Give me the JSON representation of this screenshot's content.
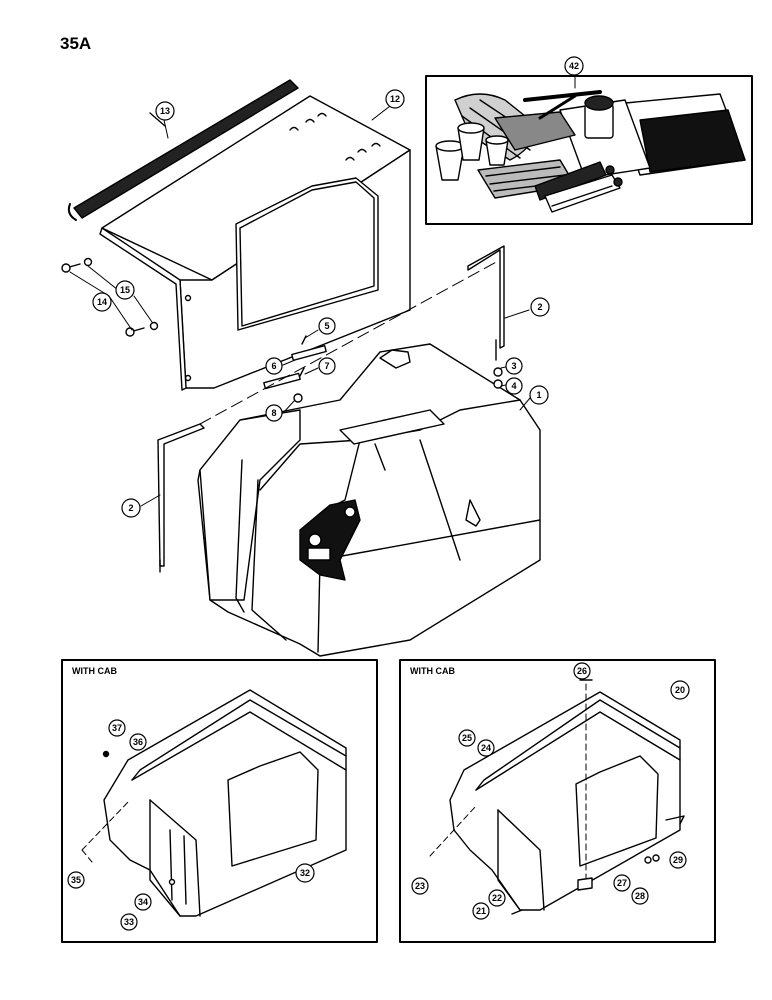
{
  "page": {
    "title": "35A"
  },
  "insets": {
    "with_cab_left": {
      "title": "WITH CAB"
    },
    "with_cab_right": {
      "title": "WITH CAB"
    }
  },
  "callouts": {
    "c1": "1",
    "c2a": "2",
    "c2b": "2",
    "c3": "3",
    "c4": "4",
    "c5": "5",
    "c6": "6",
    "c7": "7",
    "c8": "8",
    "c12": "12",
    "c13": "13",
    "c14": "14",
    "c15": "15",
    "c20": "20",
    "c21": "21",
    "c22": "22",
    "c23": "23",
    "c24": "24",
    "c25": "25",
    "c26": "26",
    "c27": "27",
    "c28": "28",
    "c29": "29",
    "c32": "32",
    "c33": "33",
    "c34": "34",
    "c35": "35",
    "c36": "36",
    "c37": "37",
    "c42": "42"
  }
}
